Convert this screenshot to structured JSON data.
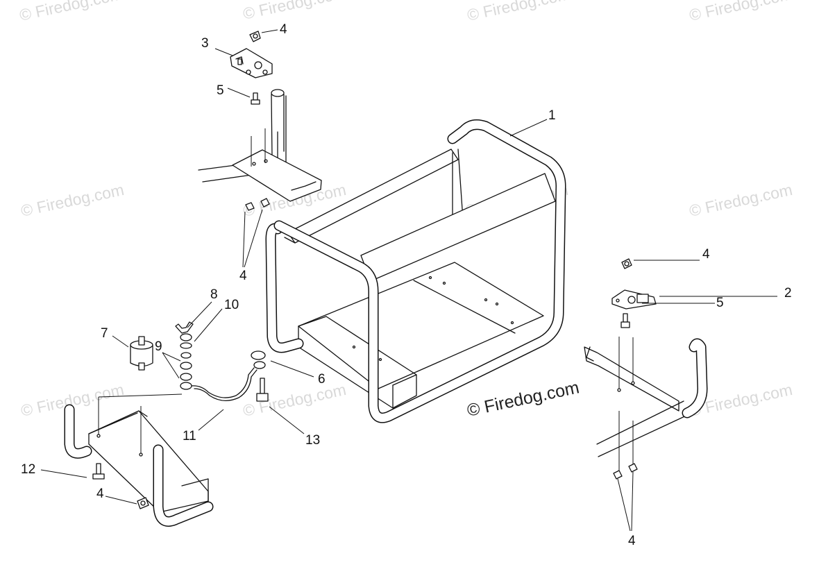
{
  "watermark": {
    "text": "© Firedog.com",
    "main_text": "© Firedog.com"
  },
  "callouts": [
    {
      "id": "c1",
      "label": "1"
    },
    {
      "id": "c2",
      "label": "2"
    },
    {
      "id": "c3",
      "label": "3"
    },
    {
      "id": "c4a",
      "label": "4"
    },
    {
      "id": "c4b",
      "label": "4"
    },
    {
      "id": "c4c",
      "label": "4"
    },
    {
      "id": "c4d",
      "label": "4"
    },
    {
      "id": "c4e",
      "label": "4"
    },
    {
      "id": "c5a",
      "label": "5"
    },
    {
      "id": "c5b",
      "label": "5"
    },
    {
      "id": "c6",
      "label": "6"
    },
    {
      "id": "c7",
      "label": "7"
    },
    {
      "id": "c8",
      "label": "8"
    },
    {
      "id": "c9",
      "label": "9"
    },
    {
      "id": "c10",
      "label": "10"
    },
    {
      "id": "c11",
      "label": "11"
    },
    {
      "id": "c12",
      "label": "12"
    },
    {
      "id": "c13",
      "label": "13"
    }
  ]
}
